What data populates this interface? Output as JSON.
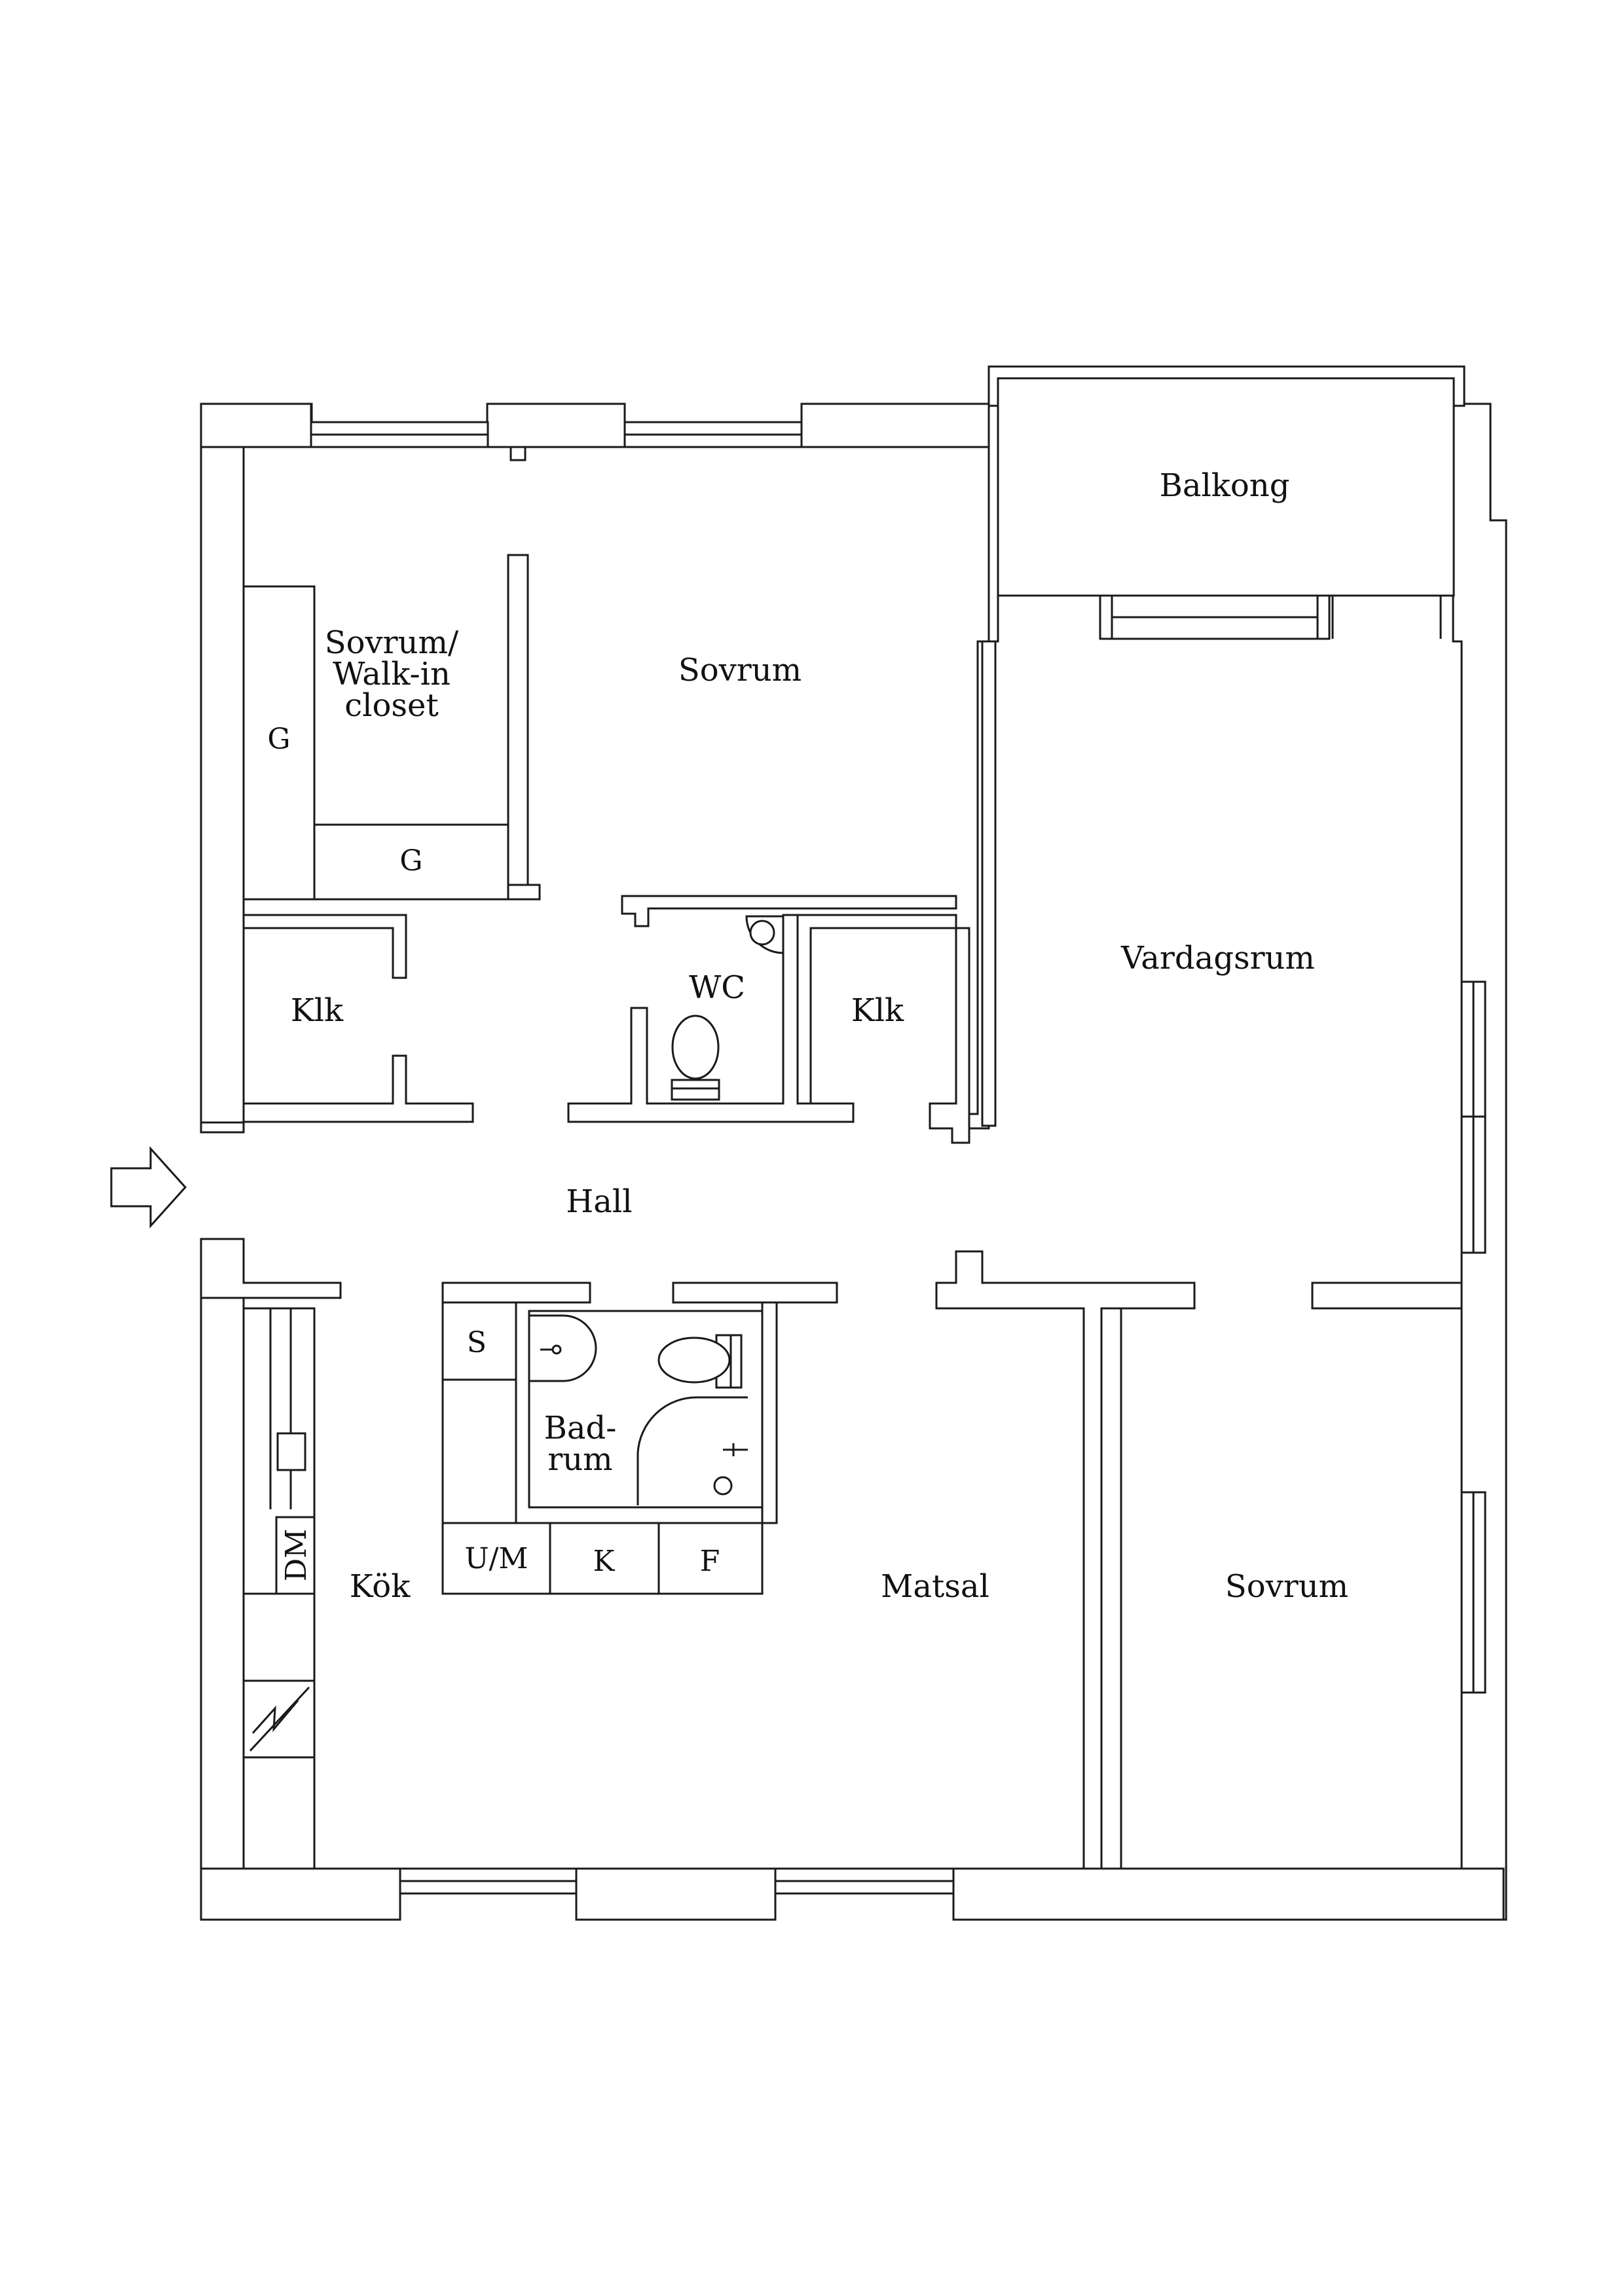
{
  "rooms": {
    "balkong": "Balkong",
    "sovrum_walkin_line1": "Sovrum/",
    "sovrum_walkin_line2": "Walk-in",
    "sovrum_walkin_line3": "closet",
    "sovrum_top": "Sovrum",
    "vardagsrum": "Vardagsrum",
    "klk_left": "Klk",
    "wc": "WC",
    "klk_right": "Klk",
    "hall": "Hall",
    "badrum_line1": "Bad-",
    "badrum_line2": "rum",
    "kok": "Kök",
    "matsal": "Matsal",
    "sovrum_bottom": "Sovrum"
  },
  "fixtures": {
    "g_vertical": "G",
    "g_horizontal": "G",
    "s": "S",
    "um": "U/M",
    "k": "K",
    "f": "F",
    "dm": "DM"
  },
  "icons": {
    "entrance": "entrance-arrow-icon",
    "electric": "electric-panel-icon",
    "toilet": "toilet-icon",
    "sink": "sink-icon",
    "shower": "shower-icon"
  }
}
